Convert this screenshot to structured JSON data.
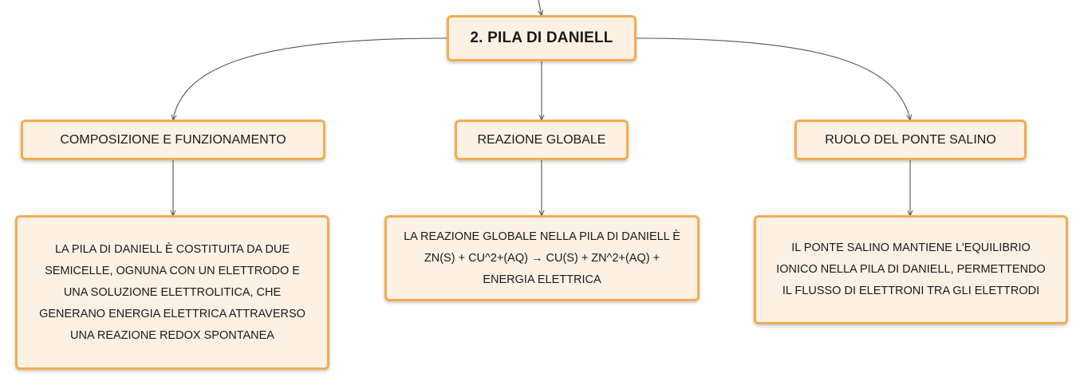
{
  "root": {
    "label": "2. PILA DI DANIELL"
  },
  "branches": [
    {
      "label": "COMPOSIZIONE E FUNZIONAMENTO",
      "detail": "LA PILA DI DANIELL È COSTITUITA DA DUE SEMICELLE, OGNUNA CON UN ELETTRODO E UNA SOLUZIONE ELETTROLITICA, CHE GENERANO ENERGIA ELETTRICA ATTRAVERSO UNA REAZIONE REDOX SPONTANEA"
    },
    {
      "label": "REAZIONE GLOBALE",
      "detail": "LA REAZIONE GLOBALE NELLA PILA DI DANIELL È ZN(S) + CU^2+(AQ) → CU(S) + ZN^2+(AQ) + ENERGIA ELETTRICA"
    },
    {
      "label": "RUOLO DEL PONTE SALINO",
      "detail": "IL PONTE SALINO MANTIENE L'EQUILIBRIO IONICO NELLA PILA DI DANIELL, PERMETTENDO IL FLUSSO DI ELETTRONI TRA GLI ELETTRODI"
    }
  ],
  "colors": {
    "node_fill": "#fdf1e4",
    "node_border": "#f3ac52",
    "connector": "#555555"
  }
}
